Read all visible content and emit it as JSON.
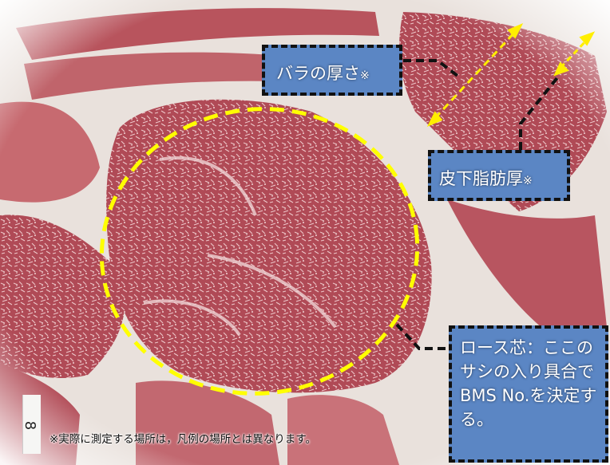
{
  "callouts": {
    "bara": {
      "text": "バラの厚さ",
      "mark": "※"
    },
    "subcutaneous_fat": {
      "text": "皮下脂肪厚",
      "mark": "※"
    },
    "loin_core": {
      "text": "ロース芯：ここのサシの入り具合でBMS No.を決定する。"
    }
  },
  "footnote": "※実際に測定する場所は，凡例の場所とは異なります。",
  "ruler_label": "8",
  "colors": {
    "callout_fill": "#5b86c4",
    "ellipse_outline": "#ffff00",
    "measure_arrow": "#ffee00",
    "leader_line": "#111111"
  }
}
